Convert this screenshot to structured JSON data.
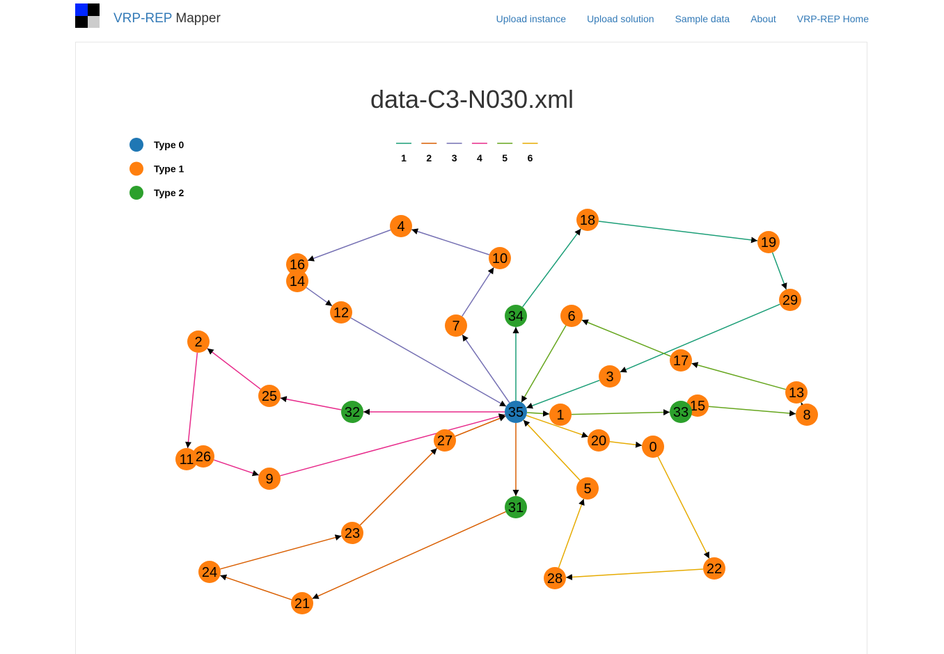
{
  "navbar": {
    "brand_part1": "VRP-REP",
    "brand_part2": "Mapper",
    "links": [
      "Upload instance",
      "Upload solution",
      "Sample data",
      "About",
      "VRP-REP Home"
    ]
  },
  "page": {
    "title": "data-C3-N030.xml"
  },
  "colors": {
    "accent": "#337ab7",
    "node_types": [
      "#1f77b4",
      "#ff7f0e",
      "#2ca02c"
    ],
    "routes": [
      "#1b9e77",
      "#d95f02",
      "#7570b3",
      "#e7298a",
      "#66a61e",
      "#e6ab02"
    ],
    "logo": [
      "#0026ff",
      "#000000",
      "#000000",
      "#cccccc"
    ]
  },
  "legend": {
    "node_types": [
      "Type 0",
      "Type 1",
      "Type 2"
    ],
    "routes": [
      "1",
      "2",
      "3",
      "4",
      "5",
      "6"
    ]
  },
  "nodes": [
    {
      "id": "0",
      "type": 1
    },
    {
      "id": "1",
      "type": 1
    },
    {
      "id": "2",
      "type": 1
    },
    {
      "id": "3",
      "type": 1
    },
    {
      "id": "4",
      "type": 1
    },
    {
      "id": "5",
      "type": 1
    },
    {
      "id": "6",
      "type": 1
    },
    {
      "id": "7",
      "type": 1
    },
    {
      "id": "8",
      "type": 1
    },
    {
      "id": "9",
      "type": 1
    },
    {
      "id": "10",
      "type": 1
    },
    {
      "id": "11",
      "type": 1
    },
    {
      "id": "12",
      "type": 1
    },
    {
      "id": "13",
      "type": 1
    },
    {
      "id": "14",
      "type": 1
    },
    {
      "id": "15",
      "type": 1
    },
    {
      "id": "16",
      "type": 1
    },
    {
      "id": "17",
      "type": 1
    },
    {
      "id": "18",
      "type": 1
    },
    {
      "id": "19",
      "type": 1
    },
    {
      "id": "20",
      "type": 1
    },
    {
      "id": "21",
      "type": 1
    },
    {
      "id": "22",
      "type": 1
    },
    {
      "id": "23",
      "type": 1
    },
    {
      "id": "24",
      "type": 1
    },
    {
      "id": "25",
      "type": 1
    },
    {
      "id": "26",
      "type": 1
    },
    {
      "id": "27",
      "type": 1
    },
    {
      "id": "28",
      "type": 1
    },
    {
      "id": "29",
      "type": 1
    },
    {
      "id": "31",
      "type": 2
    },
    {
      "id": "32",
      "type": 2
    },
    {
      "id": "33",
      "type": 2
    },
    {
      "id": "34",
      "type": 2
    },
    {
      "id": "35",
      "type": 0
    }
  ],
  "routes": [
    {
      "name": "1",
      "path": [
        "35",
        "34",
        "18",
        "19",
        "29",
        "3",
        "35"
      ]
    },
    {
      "name": "2",
      "path": [
        "35",
        "31",
        "21",
        "24",
        "23",
        "27",
        "35"
      ]
    },
    {
      "name": "3",
      "path": [
        "35",
        "7",
        "10",
        "4",
        "16",
        "14",
        "12",
        "35"
      ]
    },
    {
      "name": "4",
      "path": [
        "35",
        "32",
        "25",
        "2",
        "11",
        "26",
        "9",
        "35"
      ]
    },
    {
      "name": "5",
      "path": [
        "35",
        "1",
        "33",
        "15",
        "8",
        "13",
        "17",
        "6",
        "35"
      ]
    },
    {
      "name": "6",
      "path": [
        "35",
        "20",
        "0",
        "22",
        "28",
        "5",
        "35"
      ]
    }
  ]
}
